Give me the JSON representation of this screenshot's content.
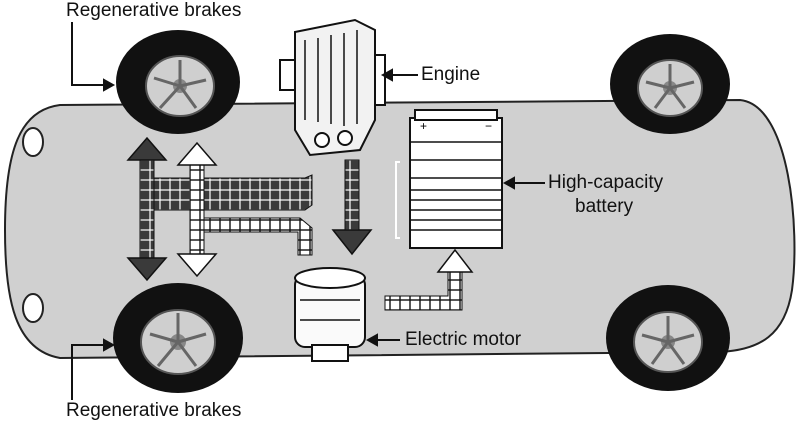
{
  "labels": {
    "regen_top": "Regenerative brakes",
    "engine": "Engine",
    "battery_line1": "High-capacity",
    "battery_line2": "battery",
    "motor": "Electric motor",
    "regen_bottom": "Regenerative brakes"
  },
  "colors": {
    "body_fill": "#d0d0d0",
    "outline": "#111111",
    "tire": "#111111",
    "rim": "#cfcfcf",
    "arrow_dark": "#3a3a3a",
    "arrow_light": "#ffffff"
  }
}
